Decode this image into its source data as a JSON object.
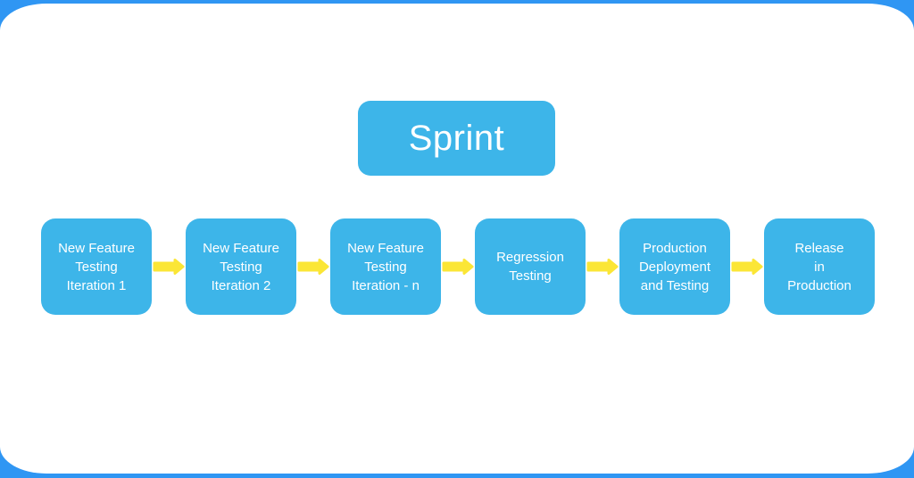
{
  "diagram": {
    "title": "Sprint",
    "flow": {
      "nodes": [
        {
          "label": "New Feature\nTesting\nIteration 1"
        },
        {
          "label": "New Feature\nTesting\nIteration 2"
        },
        {
          "label": "New Feature\nTesting\nIteration - n"
        },
        {
          "label": "Regression\nTesting"
        },
        {
          "label": "Production\nDeployment\nand Testing"
        },
        {
          "label": "Release\nin\nProduction"
        }
      ]
    },
    "colors": {
      "background": "#2F96F3",
      "card": "#FFFFFF",
      "node": "#3DB5E9",
      "arrow": "#FBE636",
      "text": "#FFFFFF"
    }
  }
}
